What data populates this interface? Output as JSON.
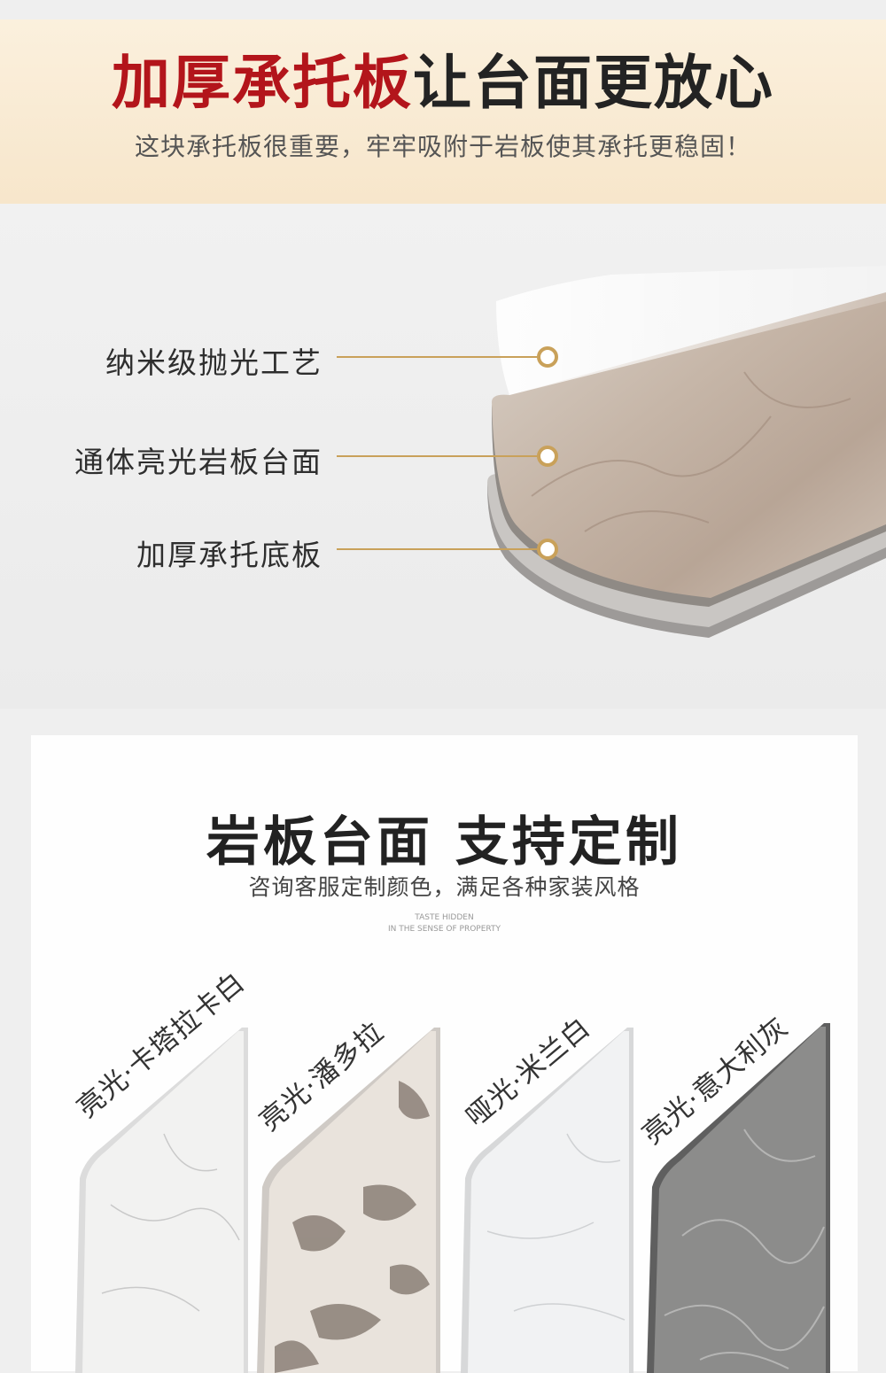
{
  "header": {
    "title_red": "加厚承托板",
    "title_dark": "让台面更放心",
    "subtitle": "这块承托板很重要，牢牢吸附于岩板使其承托更稳固！"
  },
  "layers": {
    "items": [
      {
        "label": "纳米级抛光工艺"
      },
      {
        "label": "通体亮光岩板台面"
      },
      {
        "label": "加厚承托底板"
      }
    ],
    "accent_color": "#c9a15a"
  },
  "custom": {
    "title": "岩板台面 支持定制",
    "subtitle": "咨询客服定制颜色，满足各种家装风格",
    "tag_line1": "TASTE HIDDEN",
    "tag_line2": "IN THE SENSE OF PROPERTY",
    "samples": [
      {
        "name": "亮光·卡塔拉卡白"
      },
      {
        "name": "亮光·潘多拉"
      },
      {
        "name": "哑光·米兰白"
      },
      {
        "name": "亮光·意大利灰"
      }
    ]
  },
  "colors": {
    "title_red": "#b3151b",
    "header_bg": "#f8e9d1"
  }
}
